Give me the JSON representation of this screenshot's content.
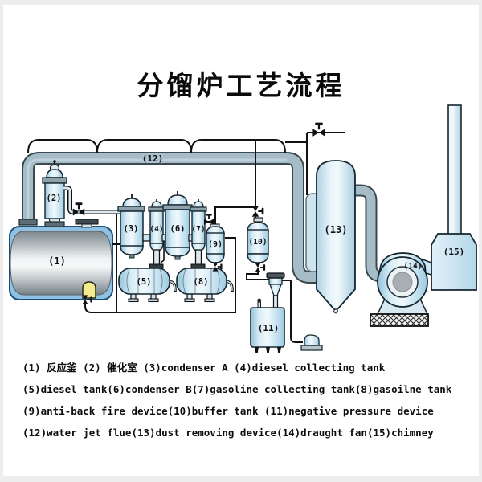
{
  "title": "分馏炉工艺流程",
  "equipment": {
    "e1": {
      "tag": "(1)",
      "name": "反应釜"
    },
    "e2": {
      "tag": "(2)",
      "name": "催化室"
    },
    "e3": {
      "tag": "(3)",
      "name": "condenser A"
    },
    "e4": {
      "tag": "(4)",
      "name": "diesel collecting tank"
    },
    "e5": {
      "tag": "(5)",
      "name": "diesel tank"
    },
    "e6": {
      "tag": "(6)",
      "name": "condenser B"
    },
    "e7": {
      "tag": "(7)",
      "name": "gasoline collecting tank"
    },
    "e8": {
      "tag": "(8)",
      "name": "gasoilne tank"
    },
    "e9": {
      "tag": "(9)",
      "name": "anti-back fire device"
    },
    "e10": {
      "tag": "(10)",
      "name": "buffer tank"
    },
    "e11": {
      "tag": "(11)",
      "name": "negative pressure device"
    },
    "e12": {
      "tag": "(12)",
      "name": "water jet flue"
    },
    "e13": {
      "tag": "(13)",
      "name": "dust removing device"
    },
    "e14": {
      "tag": "(14)",
      "name": "draught fan"
    },
    "e15": {
      "tag": "(15)",
      "name": "chimney"
    }
  },
  "legend": {
    "lines": [
      "(1) 反应釜 (2) 催化室 (3)condenser A (4)diesel collecting tank",
      "(5)diesel tank(6)condenser B(7)gasoline collecting tank(8)gasoilne tank",
      "(9)anti-back fire device(10)buffer tank (11)negative pressure device",
      "(12)water jet flue(13)dust removing device(14)draught fan(15)chimney"
    ]
  },
  "colors": {
    "pipe_fill": "#a6bcc7",
    "pipe_outline": "#39494f",
    "vessel_outline": "#15262e",
    "vessel_fill_light": "#f1f9fc",
    "vessel_fill_mid": "#aed3e6",
    "tank_casing": "#8ec1e2",
    "tank_casing_border": "#1d4e79",
    "highlight_yellow": "#f3ec8c",
    "line_black": "#111111",
    "background": "#ffffff"
  }
}
